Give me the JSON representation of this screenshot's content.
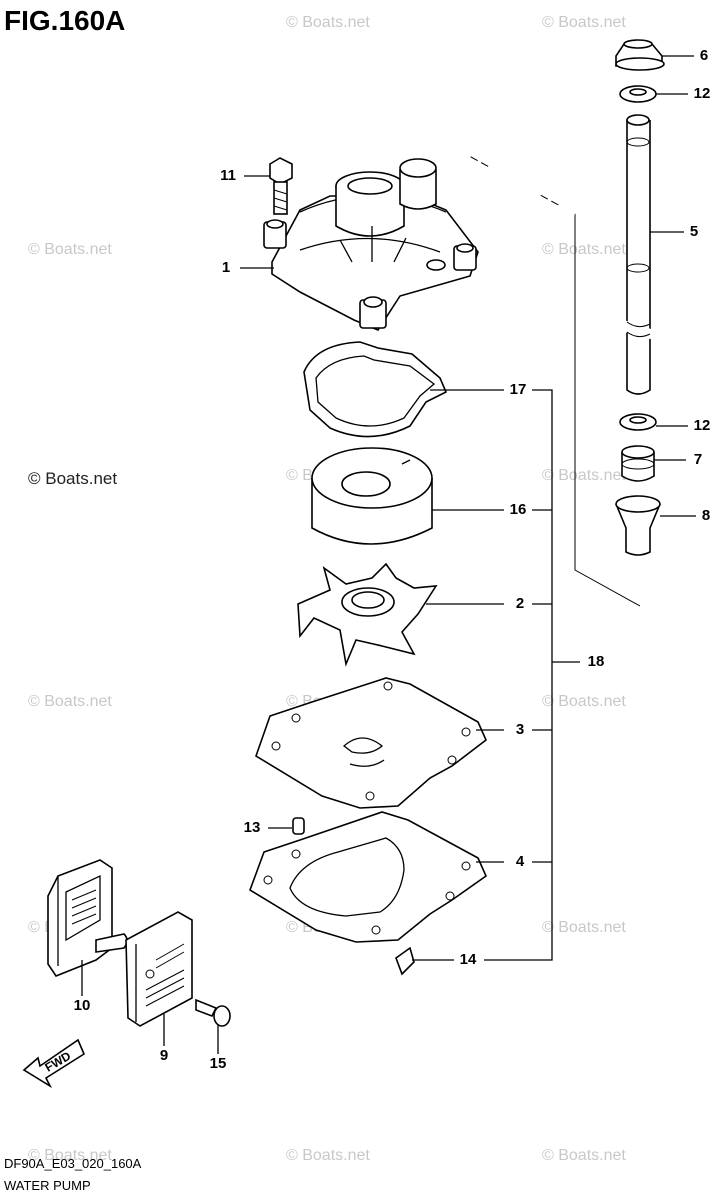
{
  "figure": {
    "title": "FIG.160A",
    "code": "DF90A_E03_020_160A",
    "name": "WATER PUMP"
  },
  "watermark": "© Boats.net",
  "fwd_label": "FWD",
  "labels": {
    "p1": "1",
    "p2": "2",
    "p3": "3",
    "p4": "4",
    "p5": "5",
    "p6": "6",
    "p7": "7",
    "p8": "8",
    "p9": "9",
    "p10": "10",
    "p11": "11",
    "p12a": "12",
    "p12b": "12",
    "p13": "13",
    "p14": "14",
    "p15": "15",
    "p16": "16",
    "p17": "17",
    "p18": "18"
  }
}
